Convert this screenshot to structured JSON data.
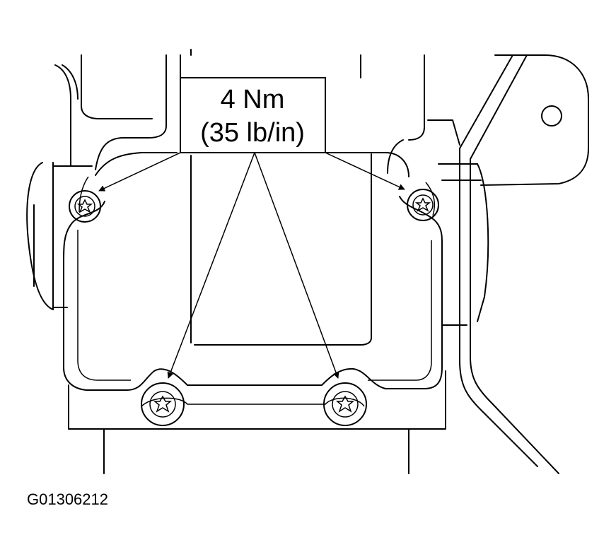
{
  "callout": {
    "torque_nm": "4 Nm",
    "torque_imperial": "(35 lb/in)"
  },
  "figure_id": "G01306212",
  "colors": {
    "line": "#000000",
    "background": "#ffffff"
  }
}
